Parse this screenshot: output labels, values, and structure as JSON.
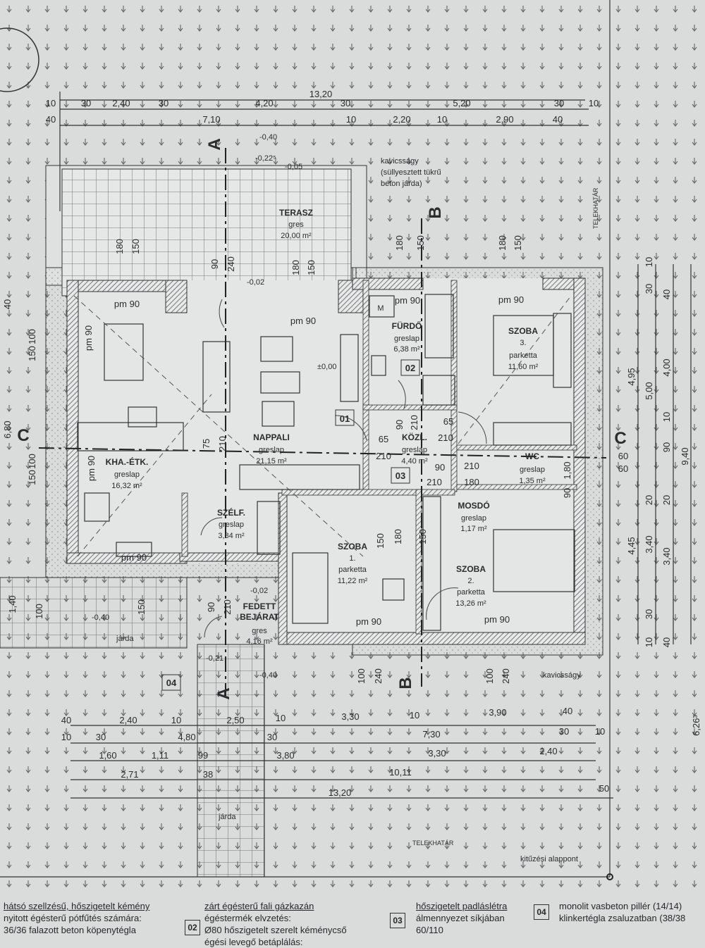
{
  "colors": {
    "paper": "#d9dcdb",
    "ink": "#2a2c2e",
    "wall_hatch": "#555a5e"
  },
  "rooms": {
    "terasz": {
      "name": "TERASZ",
      "floor": "gres",
      "area": "20,00 m²"
    },
    "kha": {
      "name": "KHA.-ÉTK.",
      "floor": "greslap",
      "area": "16,32 m²"
    },
    "nappali": {
      "name": "NAPPALI",
      "floor": "greslap",
      "area": "21,15 m²"
    },
    "szelf": {
      "name": "SZÉLF.",
      "floor": "greslap",
      "area": "3,84 m²"
    },
    "fedett": {
      "name": "FEDETT",
      "name2": "BEJÁRAT",
      "floor": "gres",
      "area": "4,16 m²"
    },
    "furdo": {
      "name": "FÜRDŐ",
      "floor": "greslap",
      "area": "6,38 m²"
    },
    "kozl": {
      "name": "KÖZL.",
      "floor": "greslap",
      "area": "4,40 m²"
    },
    "wc": {
      "name": "WC",
      "floor": "greslap",
      "area": "1,35 m²"
    },
    "mosdo": {
      "name": "MOSDÓ",
      "floor": "greslap",
      "area": "1,17 m²"
    },
    "szoba1": {
      "name": "SZOBA",
      "num": "1.",
      "floor": "parketta",
      "area": "11,22 m²"
    },
    "szoba2": {
      "name": "SZOBA",
      "num": "2.",
      "floor": "parketta",
      "area": "13,26 m²"
    },
    "szoba3": {
      "name": "SZOBA",
      "num": "3.",
      "floor": "parketta",
      "area": "11,60 m²"
    }
  },
  "pm": "pm 90",
  "meter": "M",
  "sections": {
    "a": "A",
    "b": "B",
    "c": "C"
  },
  "tags": [
    "01",
    "02",
    "03",
    "04"
  ],
  "levels": [
    "-0,40",
    "-0,22⁵",
    "-0,05",
    "±0,00",
    "-0,02",
    "-0,02",
    "-0,40",
    "-0,21",
    "-0,40"
  ],
  "notes": {
    "kavics1": "kavicsságy",
    "kavics2": "(süllyesztett tükrű",
    "kavics3": "beton járda)",
    "telek": "TELEKHATÁR",
    "kituzesi": "kitűzési alappont",
    "kavics": "kavicsságy",
    "jarda": "járda"
  },
  "dims_top": {
    "r1": [
      "13,20"
    ],
    "r2": [
      "10",
      "30",
      "2,40",
      "30",
      "4,20",
      "30",
      "5,20",
      "30",
      "10"
    ],
    "r3": [
      "40",
      "7,10",
      "10",
      "2,20",
      "10",
      "2,90",
      "40"
    ]
  },
  "dims_bottom": {
    "r1": [
      "40",
      "2,40",
      "10",
      "2,50",
      "10",
      "3,30",
      "10",
      "3,90",
      "40"
    ],
    "r2": [
      "10",
      "30",
      "4,80",
      "30",
      "7,30",
      "30",
      "10"
    ],
    "r3": [
      "1,60",
      "1,11",
      "99",
      "3,80",
      "3,30",
      "2,40"
    ],
    "r4": [
      "2,71",
      "38",
      "10,11"
    ],
    "r5": [
      "13,20",
      "50"
    ],
    "side": "6,26³"
  },
  "dims_right": [
    "10",
    "30",
    "40",
    "4,95",
    "5,00",
    "4,00",
    "10",
    "60",
    "60",
    "90",
    "9,40",
    "20",
    "20",
    "4,45",
    "3,40",
    "3,40",
    "30",
    "10",
    "40"
  ],
  "dims_left": [
    "40",
    "100",
    "150",
    "6,80",
    "100",
    "150",
    "1,40"
  ],
  "dims_inner": [
    "180",
    "150",
    "90",
    "240",
    "180",
    "150",
    "180",
    "150",
    "180",
    "150",
    "100",
    "240",
    "100",
    "240",
    "75",
    "210",
    "90",
    "210",
    "90",
    "210",
    "65",
    "210",
    "65",
    "210",
    "90",
    "210",
    "210",
    "180",
    "150",
    "180",
    "150",
    "1,80",
    "90",
    "100",
    "150"
  ],
  "legend": [
    {
      "title": "hátsó szellzésű, hőszigetelt kémény",
      "l1": "nyitott égésterű pótfűtés számára:",
      "l2": "36/36 falazott beton köpenytégla"
    },
    {
      "tag": "02",
      "title": "zárt égésterű fali gázkazán",
      "l1": "égéstermék elvzetés:",
      "l2": "Ø80 hőszigetelt szerelt kéménycső",
      "l3": "égési levegő betáplálás:"
    },
    {
      "tag": "03",
      "title": "hőszigetelt padláslétra",
      "l1": "álmennyezet síkjában",
      "l2": "60/110"
    },
    {
      "tag": "04",
      "l1": "monolit vasbeton pillér (14/14)",
      "l2": "klinkertégla zsaluzatban (38/38"
    }
  ]
}
